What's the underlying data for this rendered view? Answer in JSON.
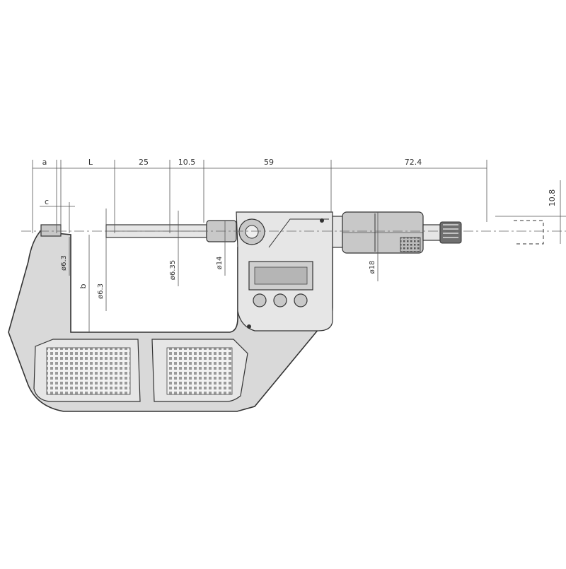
{
  "dimensions": {
    "top": [
      {
        "id": "a",
        "label": "a"
      },
      {
        "id": "L",
        "label": "L"
      },
      {
        "id": "d25",
        "label": "25"
      },
      {
        "id": "d10_5",
        "label": "10.5"
      },
      {
        "id": "d59",
        "label": "59"
      },
      {
        "id": "d72_4",
        "label": "72.4"
      }
    ],
    "c_label": "c",
    "right_height": "10.8",
    "vertical": [
      {
        "id": "anvil-dia",
        "label": "ø6.3"
      },
      {
        "id": "throat",
        "label": "b"
      },
      {
        "id": "spindle-dia",
        "label": "ø6.3"
      },
      {
        "id": "sleeve-dia",
        "label": "ø6.35"
      },
      {
        "id": "stem-dia",
        "label": "ø14"
      },
      {
        "id": "thimble-dia",
        "label": "ø18"
      }
    ]
  }
}
